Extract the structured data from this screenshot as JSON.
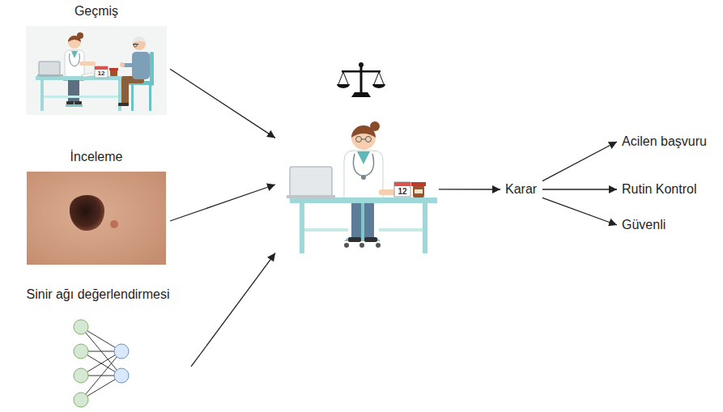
{
  "diagram": {
    "nodes": [
      {
        "text": [
          "Geçmiş",
          "12"
        ]
      },
      {
        "text": [
          "İnceleme"
        ]
      },
      {
        "text": [
          "Sinir ağı değerlendirmesi"
        ]
      },
      {
        "text": [
          "12"
        ]
      },
      {
        "text": [
          "Karar"
        ]
      },
      {
        "text": [
          "Acilen başvuru"
        ]
      },
      {
        "text": [
          "Rutin Kontrol"
        ]
      },
      {
        "text": [
          "Güvenli"
        ]
      }
    ],
    "edges": [
      {
        "from": 0,
        "to": 3,
        "arrow": "to"
      },
      {
        "from": 1,
        "to": 3,
        "arrow": "to"
      },
      {
        "from": 2,
        "to": 3,
        "arrow": "to"
      },
      {
        "from": 3,
        "to": 4,
        "arrow": "to"
      },
      {
        "from": 4,
        "to": 5,
        "arrow": "to"
      },
      {
        "from": 4,
        "to": 6,
        "arrow": "to"
      },
      {
        "from": 4,
        "to": 7,
        "arrow": "to"
      }
    ]
  }
}
